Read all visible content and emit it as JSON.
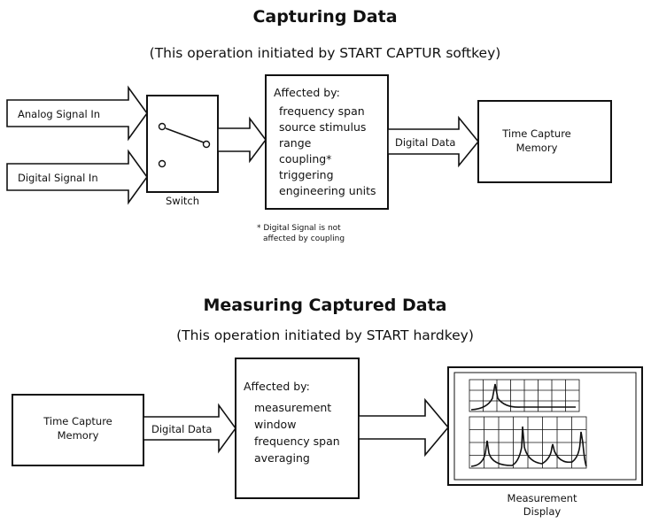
{
  "capture": {
    "title": "Capturing Data",
    "subtitle": "(This operation initiated by START CAPTUR softkey)",
    "inputs": [
      "Analog Signal In",
      "Digital Signal In"
    ],
    "switch_label": "Switch",
    "affected_heading": "Affected by:",
    "affected_items": [
      "frequency span",
      "source stimulus",
      "range",
      "coupling*",
      "triggering",
      "engineering units"
    ],
    "output_label": "Digital Data",
    "destination": [
      "Time Capture",
      "Memory"
    ],
    "footnote": [
      "* Digital Signal is not",
      "affected by coupling"
    ]
  },
  "measure": {
    "title": "Measuring Captured Data",
    "subtitle": "(This operation initiated by START hardkey)",
    "source": [
      "Time Capture",
      "Memory"
    ],
    "transfer_label": "Digital Data",
    "affected_heading": "Affected by:",
    "affected_items": [
      "measurement",
      "window",
      "frequency span",
      "averaging"
    ],
    "display_label": [
      "Measurement",
      "Display"
    ]
  }
}
